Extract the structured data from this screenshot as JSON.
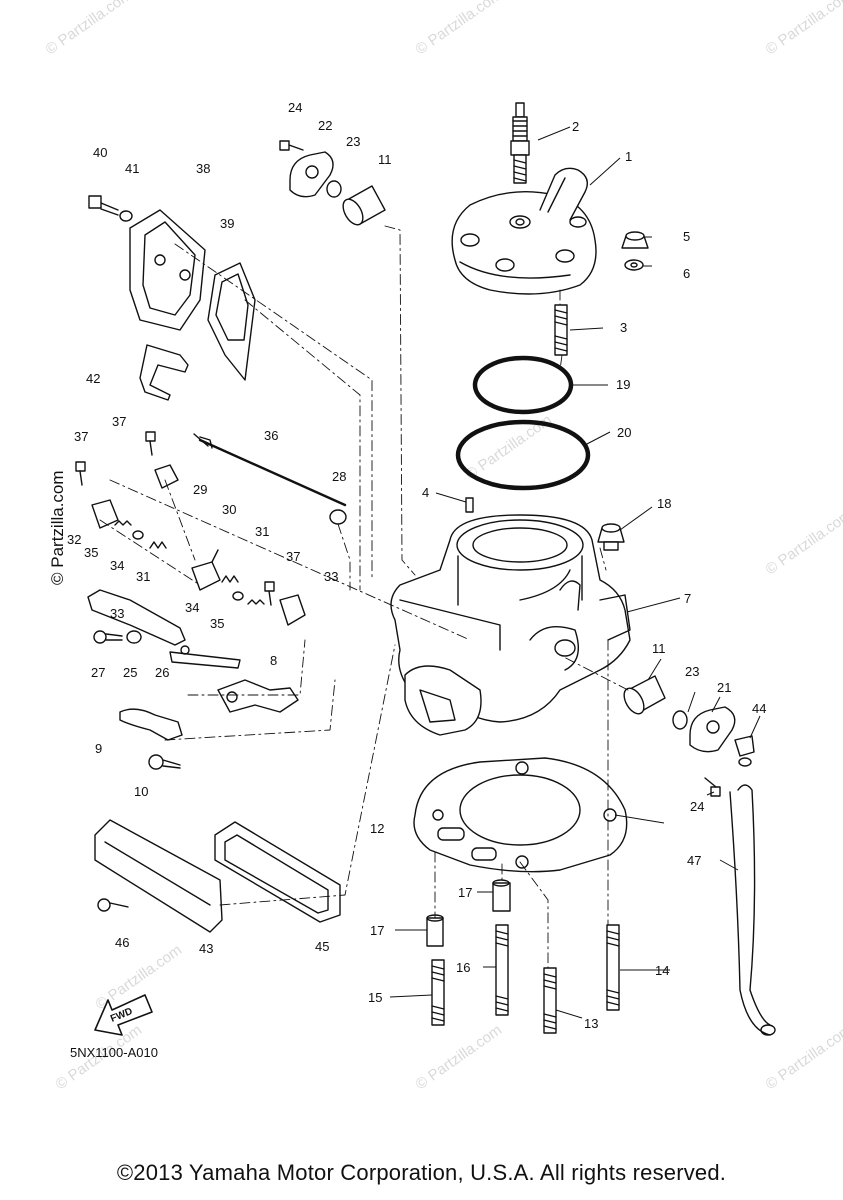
{
  "diagram": {
    "code": "5NX1100-A010",
    "copyright": "©2013 Yamaha Motor Corporation, U.S.A. All rights reserved.",
    "side_watermark": "© Partzilla.com",
    "watermark_text": "© Partzilla.com",
    "fwd_label": "FWD",
    "callouts": [
      "1",
      "2",
      "3",
      "4",
      "5",
      "6",
      "7",
      "8",
      "9",
      "10",
      "11",
      "11",
      "12",
      "13",
      "14",
      "15",
      "16",
      "17",
      "17",
      "18",
      "19",
      "20",
      "21",
      "22",
      "23",
      "23",
      "24",
      "24",
      "25",
      "26",
      "27",
      "28",
      "29",
      "30",
      "31",
      "31",
      "32",
      "33",
      "33",
      "34",
      "34",
      "35",
      "35",
      "36",
      "37",
      "37",
      "37",
      "38",
      "39",
      "40",
      "41",
      "42",
      "43",
      "44",
      "45",
      "46",
      "47"
    ]
  }
}
